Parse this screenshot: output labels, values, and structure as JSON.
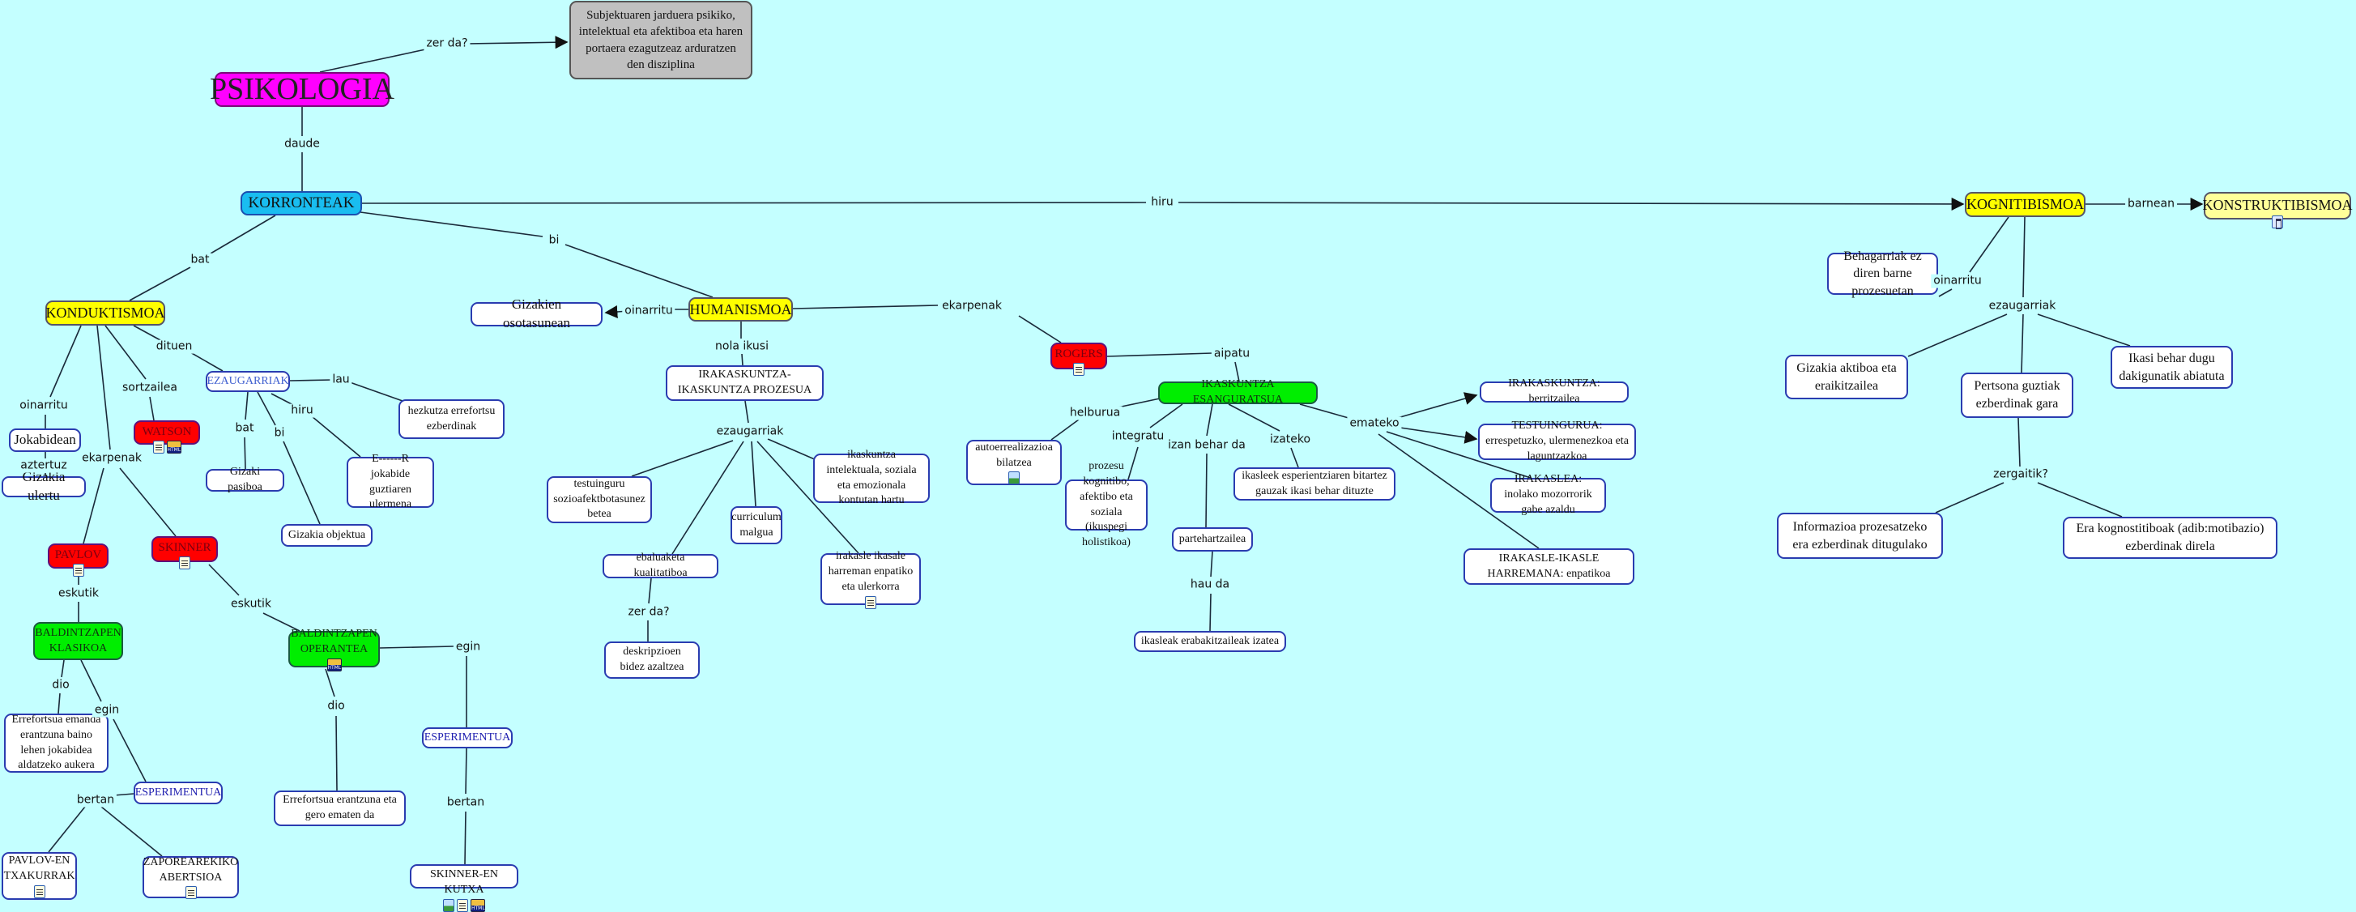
{
  "colors": {
    "background": "#c4ffff",
    "root": "#ff00ff",
    "currents": "#19bdf0",
    "school": "#ffff00",
    "author": "#ff0000",
    "theory": "#00ee00",
    "definition": "#c0c0c0",
    "subschool": "#ffff99"
  },
  "concepts": {
    "psikologia": "PSIKOLOGIA",
    "definition": "Subjektuaren jarduera psikiko, intelektual eta afektiboa eta haren portaera ezagutzeaz arduratzen den disziplina",
    "korronteak": "KORRONTEAK",
    "konduktismoa": "KONDUKTISMOA",
    "humanismoa": "HUMANISMOA",
    "kognitibismoa": "KOGNITIBISMOA",
    "konstruktibismoa": "KONSTRUKTIBISMOA",
    "jokabidean": "Jokabidean",
    "gizakia_ulertu": "Gizakia ulertu",
    "watson": "WATSON",
    "ezaugarriak": "EZAUGARRIAK",
    "hezkutza": "hezkutza errefortsu ezberdinak",
    "er_jokabide": "E------R jokabide guztiaren ulermena",
    "gizaki_pasiboa": "Gizaki pasiboa",
    "gizakia_objektua": "Gizakia objektua",
    "pavlov": "PAVLOV",
    "skinner": "SKINNER",
    "klasikoa": "BALDINTZAPEN KLASIKOA",
    "operantea": "BALDINTZAPEN OPERANTEA",
    "errefortsua1": "Errefortsua emanda erantzuna baino lehen jokabidea aldatzeko aukera",
    "esperimentua1": "ESPERIMENTUA",
    "pavlov_txakurrak": "PAVLOV-EN TXAKURRAK",
    "zaporea": "ZAPOREAREKIKO ABERTSIOA",
    "errefortsua2": "Errefortsua erantzuna eta gero ematen da",
    "esperimentua2": "ESPERIMENTUA",
    "skinner_kutxa": "SKINNER-EN KUTXA",
    "gizakien_osotasunean": "Gizakien osotasunean",
    "prozesua": "IRAKASKUNTZA-IKASKUNTZA PROZESUA",
    "testuinguru": "testuinguru sozioafektbotasunez betea",
    "ikaskuntza_intelektuala": "ikaskuntza intelektuala, soziala eta emozionala kontutan hartu",
    "curriculum": "curriculum malgua",
    "ebaluaketa": "ebaluaketa kualitatiboa",
    "deskripzioen": "deskripzioen bidez azaltzea",
    "irakasle_ikasale": "irakasle ikasale harreman enpatiko eta ulerkorra",
    "rogers": "ROGERS",
    "esanguratsua": "IKASKUNTZA ESANGURATSUA",
    "autoerrealizazioa": "autoerrealizazioa bilatzea",
    "prozesu_kognitibo": "prozesu kognitibo, afektibo eta soziala (ikuspegi holistikoa)",
    "partehartzailea": "partehartzailea",
    "ikasleak_erabakitzaileak": "ikasleak erabakitzaileak izatea",
    "ikasleek_esperientzia": "ikasleek esperientziaren bitartez gauzak ikasi behar dituzte",
    "irakaskuntza_berritzailea": "IRAKASKUNTZA: berritzailea",
    "testuingurua": "TESTUINGURUA: errespetuzko, ulermenezkoa eta laguntzazkoa",
    "irakaslea": "IRAKASLEA: inolako mozorrorik gabe azaldu",
    "harremana": "IRAKASLE-IKASLE HARREMANA: enpatikoa",
    "behagarriak": "Behagarriak ez diren barne prozesuetan",
    "gizakia_aktiboa": "Gizakia aktiboa eta eraikitzailea",
    "pertsona_guztiak": "Pertsona guztiak ezberdinak gara",
    "ikasi_behar": "Ikasi behar dugu dakigunatik abiatuta",
    "informazioa": "Informazioa prozesatzeko era ezberdinak ditugulako",
    "era_kognostitiboak": "Era kognostitiboak (adib:motibazio) ezberdinak direla"
  },
  "links": {
    "zer_da_1": "zer da?",
    "daude": "daude",
    "hiru_1": "hiru",
    "barnean": "barnean",
    "bat_1": "bat",
    "bi_1": "bi",
    "oinarritu_1": "oinarritu",
    "aztertuz": "aztertuz",
    "sortzailea": "sortzailea",
    "dituen": "dituen",
    "ekarpenak_1": "ekarpenak",
    "lau": "lau",
    "hiru_2": "hiru",
    "bat_2": "bat",
    "bi_2": "bi",
    "eskutik_1": "eskutik",
    "eskutik_2": "eskutik",
    "dio_1": "dio",
    "egin_1": "egin",
    "bertan_1": "bertan",
    "dio_2": "dio",
    "egin_2": "egin",
    "bertan_2": "bertan",
    "oinarritu_2": "oinarritu",
    "nola_ikusi": "nola ikusi",
    "ezaugarriak_1": "ezaugarriak",
    "zer_da_2": "zer da?",
    "ekarpenak_2": "ekarpenak",
    "aipatu": "aipatu",
    "helburua": "helburua",
    "integratu": "integratu",
    "izan_behar_da": "izan behar da",
    "izateko": "izateko",
    "emateko": "emateko",
    "hau_da": "hau da",
    "oinarritu_3": "oinarritu",
    "ezaugarriak_2": "ezaugarriak",
    "zergaitik": "zergaitik?"
  },
  "icons": [
    "document-icon",
    "image-icon",
    "html-icon",
    "cmap-icon"
  ]
}
